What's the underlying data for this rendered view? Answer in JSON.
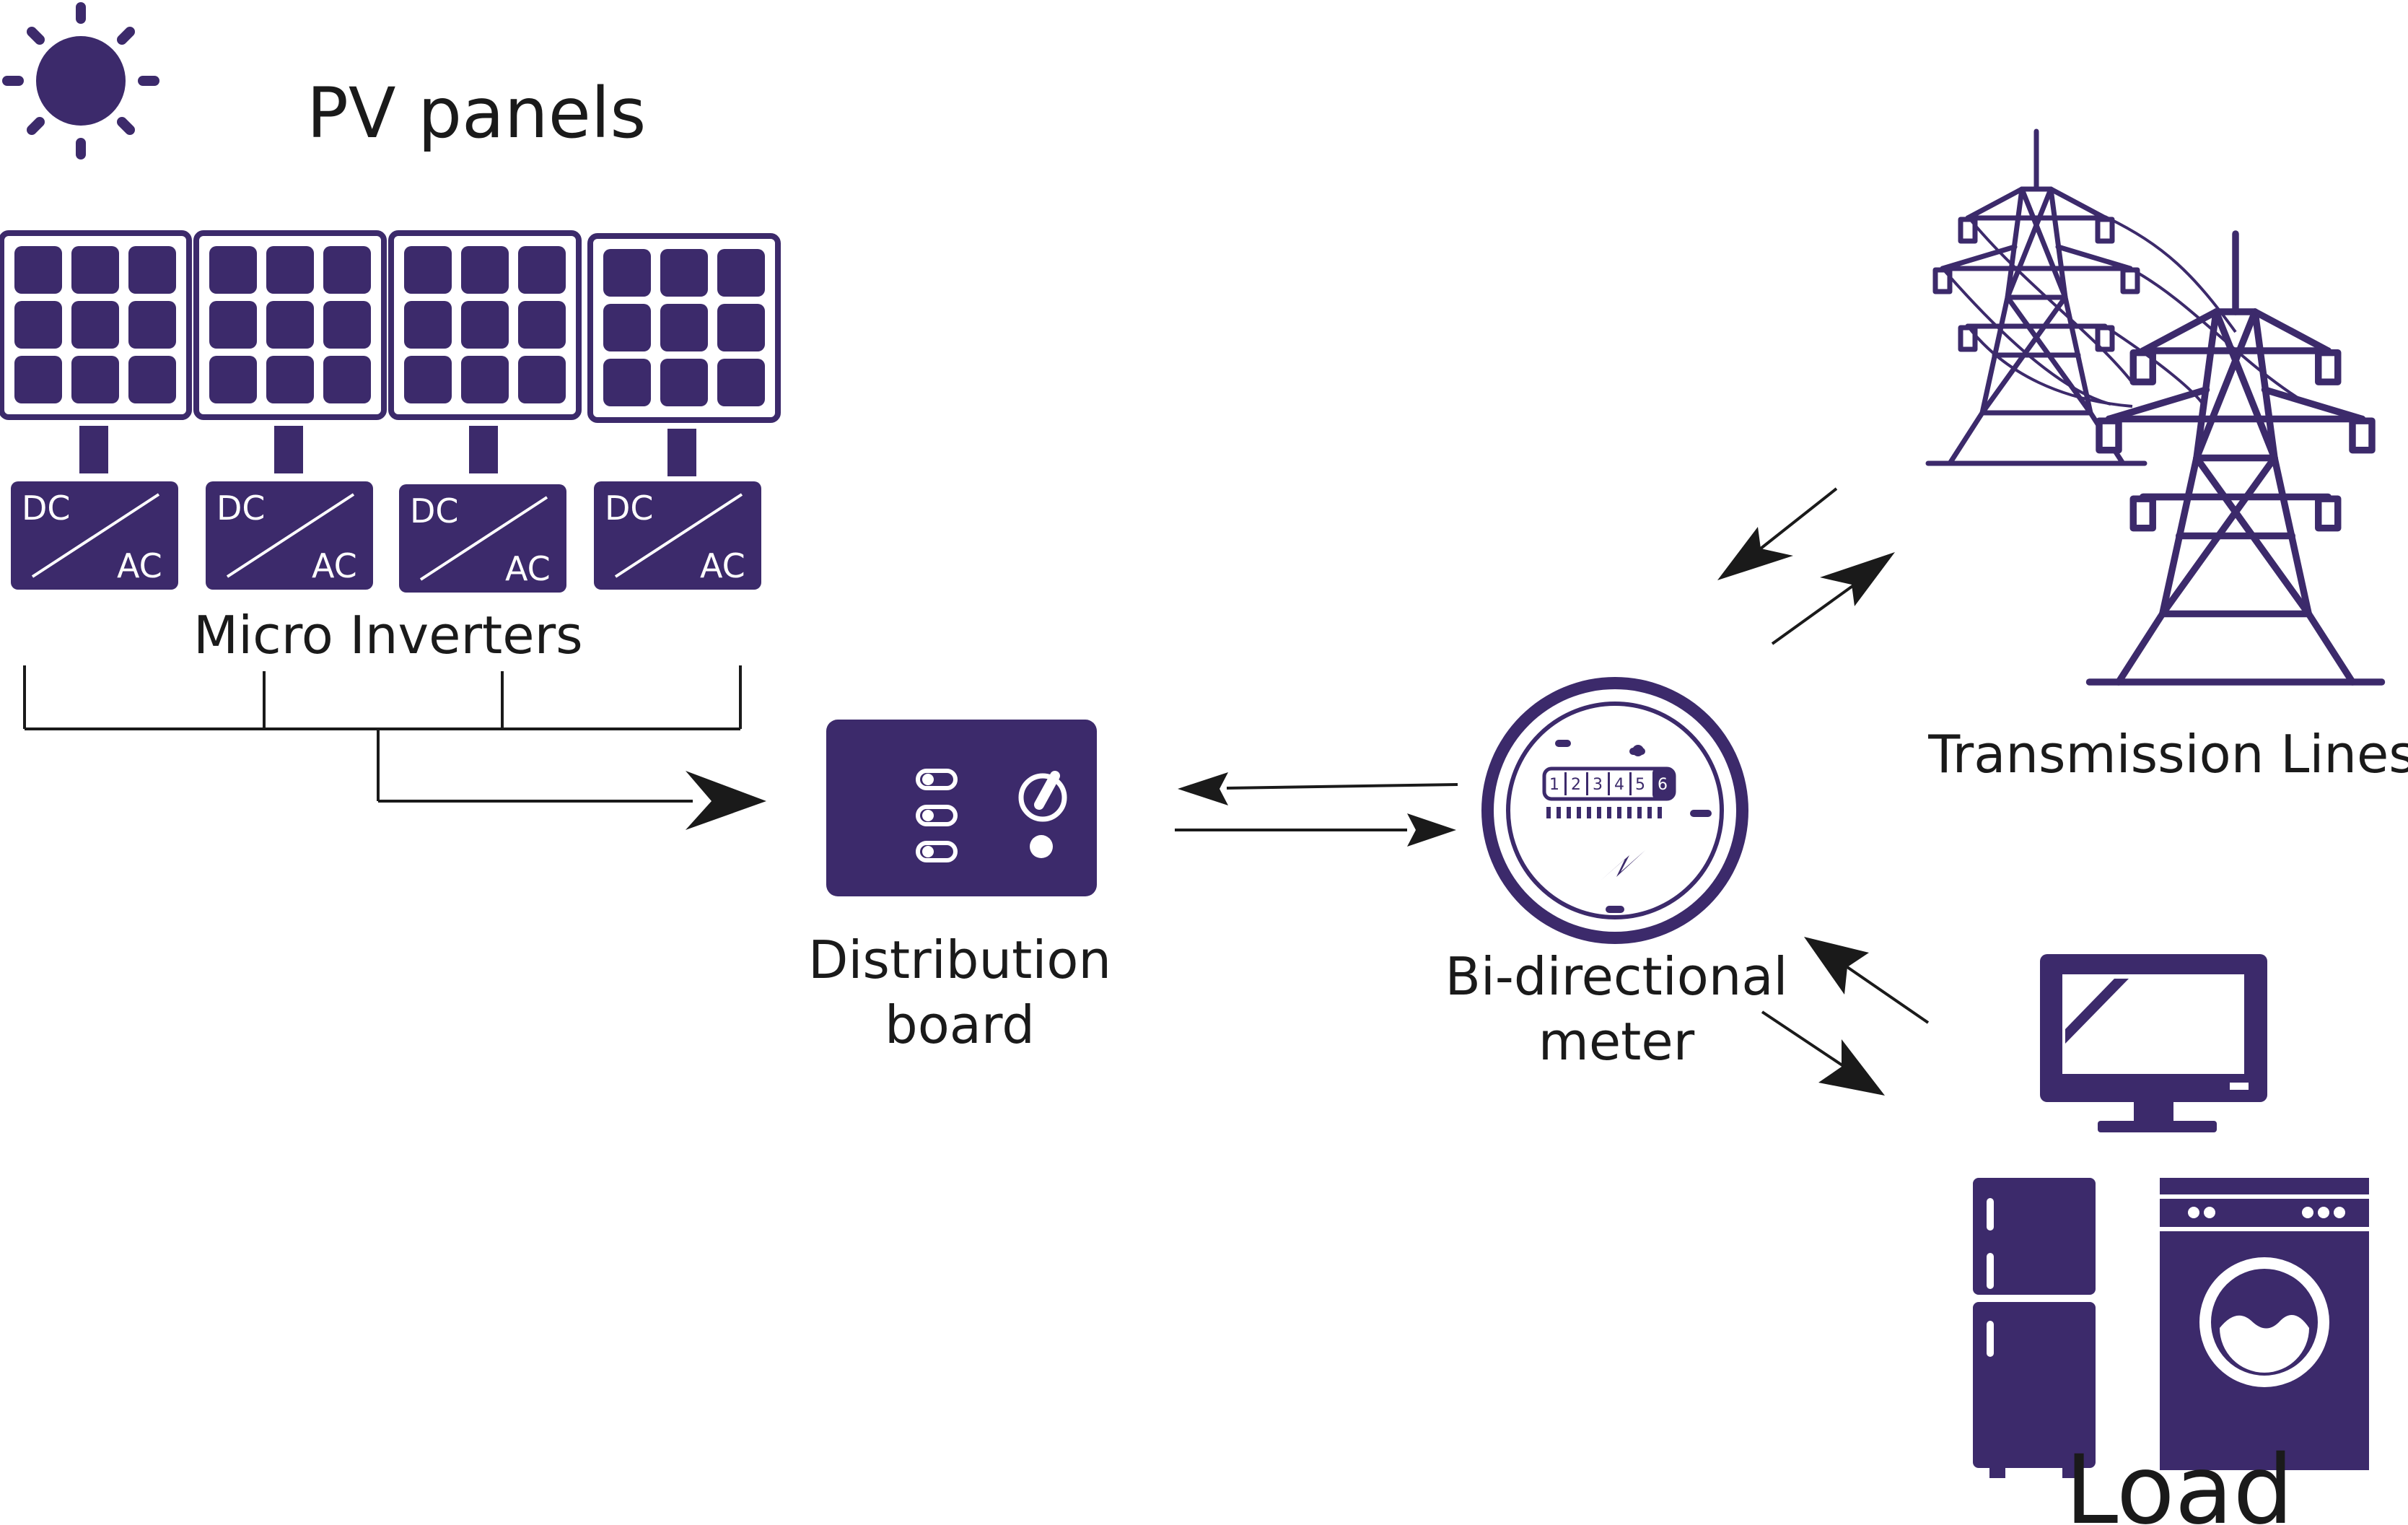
{
  "labels": {
    "pv_panels": "PV panels",
    "micro_inverters": "Micro Inverters",
    "distribution_line1": "Distribution",
    "distribution_line2": "board",
    "meter_line1": "Bi-directional",
    "meter_line2": "meter",
    "transmission": "Transmission Lines",
    "load": "Load"
  },
  "inverter": {
    "dc": "DC",
    "ac": "AC"
  },
  "meter_digits": [
    "1",
    "2",
    "3",
    "4",
    "5",
    "6"
  ],
  "colors": {
    "primary": "#3c2a6b",
    "line": "#1a1a1a",
    "background": "#ffffff"
  },
  "icons": [
    "sun-icon",
    "solar-panel-icon",
    "micro-inverter-icon",
    "distribution-board-icon",
    "bidirectional-meter-icon",
    "transmission-tower-icon",
    "monitor-icon",
    "refrigerator-icon",
    "washing-machine-icon"
  ]
}
